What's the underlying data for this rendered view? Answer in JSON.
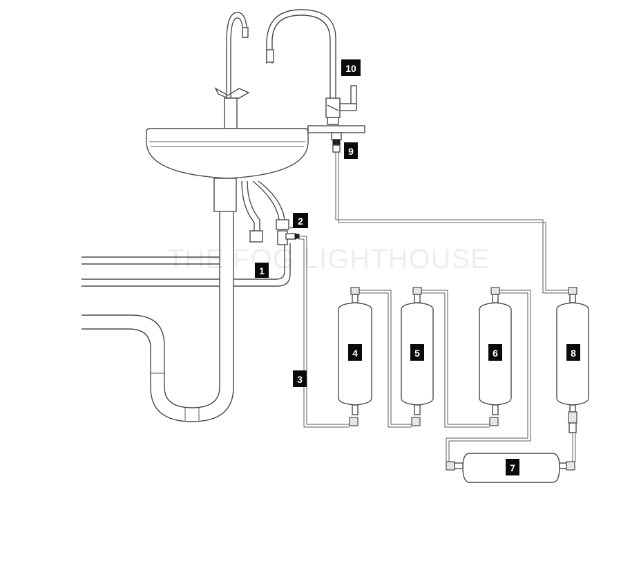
{
  "diagram": {
    "watermark": "THE FOG LIGHTHOUSE",
    "labels": [
      "1",
      "2",
      "3",
      "4",
      "5",
      "6",
      "7",
      "8",
      "9",
      "10"
    ]
  },
  "colors": {
    "line": "#4a4a4a",
    "label_background": "#0a0a0a",
    "label_text": "#ffffff",
    "watermark": "#eeeeee"
  }
}
